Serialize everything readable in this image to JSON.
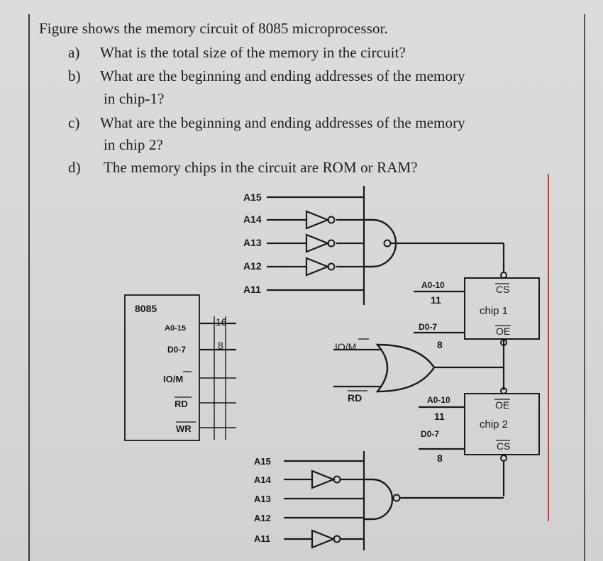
{
  "question": {
    "intro": "Figure shows the memory circuit of 8085 microprocessor.",
    "items": [
      {
        "label": "a)",
        "text": "What is the total size of the memory in the circuit?"
      },
      {
        "label": "b)",
        "text": "What are the beginning and ending addresses of the memory",
        "cont": "in chip-1?"
      },
      {
        "label": "c)",
        "text": "What are the beginning and ending addresses of the memory",
        "cont": "in chip 2?"
      },
      {
        "label": "d)",
        "text": "The memory chips in the circuit are ROM or RAM?"
      }
    ]
  },
  "circuit": {
    "cpu": {
      "name": "8085",
      "addr_pin": "A0-15",
      "addr_width": "16",
      "data_pin": "D0-7",
      "data_width": "8",
      "iom_pin": "IO/M",
      "rd_pin": "RD",
      "wr_pin": "WR"
    },
    "top_decoder_inputs": [
      "A15",
      "A14",
      "A13",
      "A12",
      "A11"
    ],
    "bottom_decoder_inputs": [
      "A15",
      "A14",
      "A13",
      "A12",
      "A11"
    ],
    "or_gate_inputs": {
      "iom": "IO/M",
      "rd": "RD"
    },
    "chip1": {
      "name": "chip 1",
      "cs": "CS",
      "oe": "OE",
      "addr": "A0-10",
      "addr_width": "11",
      "data": "D0-7",
      "data_width": "8"
    },
    "chip2": {
      "name": "chip 2",
      "cs": "CS",
      "oe": "OE",
      "addr": "A0-10",
      "addr_width": "11",
      "data": "D0-7",
      "data_width": "8"
    }
  }
}
